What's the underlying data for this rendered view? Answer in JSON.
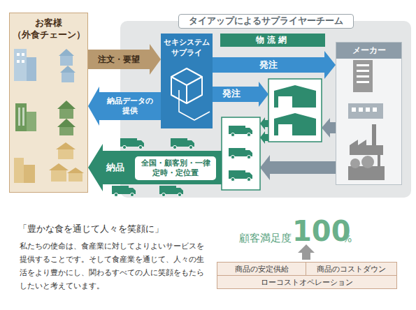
{
  "diagram": {
    "nodes": [
      {
        "text": [
          "お客様 （外食チェーン）"
        ]
      },
      {
        "text": [
          "タイアップによるサプライヤーチーム"
        ]
      },
      {
        "text": [
          "セキシステム サプライ"
        ],
        "in": 1
      },
      {
        "text": [
          "物流網"
        ],
        "in": 1
      },
      {
        "text": [
          "メーカー"
        ],
        "in": 1
      },
      {
        "text": [
          "全国・顧客別・一律 定時・定位置"
        ],
        "in": 1
      },
      {
        "text": [
          "商品の安定供給"
        ]
      },
      {
        "text": [
          "商品のコストダウン"
        ]
      },
      {
        "text": [
          "ローコストオペレーション"
        ]
      }
    ],
    "edges": [
      {
        "from": 0,
        "to": 2,
        "arrow": "to",
        "label": "注文・要望"
      },
      {
        "from": 2,
        "to": 0,
        "arrow": "to",
        "label": "納品データの 提供"
      },
      {
        "from": 2,
        "to": 4,
        "arrow": "to",
        "label": "発注"
      }
    ],
    "labels": [
      "発注",
      "納品",
      "「豊かな食を通じて人々を笑顔に」",
      "私たちの使命は、食産業に対してよりよいサービスを提供することです。そして食産業を通じて、人々の生活をより豊かにし、関わるすべての人に笑顔をもたらしたいと考えています。",
      "顧客満足度",
      "100",
      "%"
    ]
  }
}
